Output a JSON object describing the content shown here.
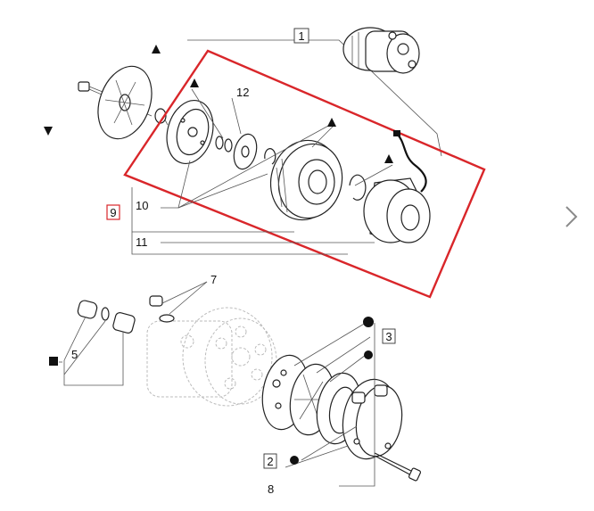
{
  "callouts": {
    "c1": "1",
    "c2": "2",
    "c3": "3",
    "c5": "5",
    "c7": "7",
    "c8": "8",
    "c9": "9",
    "c10": "10",
    "c11": "11",
    "c12": "12"
  },
  "colors": {
    "highlight": "#d9262a",
    "ink": "#222222",
    "ghost": "#bbbbbb"
  },
  "icons": {
    "next": "chevron-right-icon"
  }
}
